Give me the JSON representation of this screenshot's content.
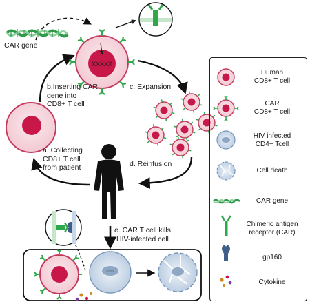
{
  "labels": {
    "car_gene": "CAR gene",
    "step_b": "b.Inserting CAR\ngene into\nCD8+ T cell",
    "step_c": "c. Expansion",
    "step_a": "a. Collecting\nCD8+ T cell\nfrom patient",
    "step_d": "d. Reinfusion",
    "step_e": "e. CAR T cell kills\nHIV-infected cell"
  },
  "legend": {
    "items": [
      {
        "icon": "human-cd8-t-cell-icon",
        "label": "Human\nCD8+ T cell"
      },
      {
        "icon": "car-cd8-t-cell-icon",
        "label": "CAR\nCD8+ T cell"
      },
      {
        "icon": "hiv-infected-cd4-t-cell-icon",
        "label": "HIV infected\nCD4+ Tcell"
      },
      {
        "icon": "cell-death-icon",
        "label": "Cell death"
      },
      {
        "icon": "car-gene-icon",
        "label": "CAR gene"
      },
      {
        "icon": "chimeric-antigen-receptor-icon",
        "label": "Chimeric antigen\nreceptor (CAR)"
      },
      {
        "icon": "gp160-icon",
        "label": "gp160"
      },
      {
        "icon": "cytokine-icon",
        "label": "Cytokine"
      }
    ]
  },
  "colors": {
    "cell_fill": "#f7dde3",
    "cell_border": "#c43a5c",
    "nucleus": "#c8184a",
    "car_green": "#2ea84a",
    "dna_green": "#2e9a4a",
    "hiv_blue": "#5c7fa6",
    "hiv_fill": "#dbe5f0",
    "arrow": "#111111"
  }
}
